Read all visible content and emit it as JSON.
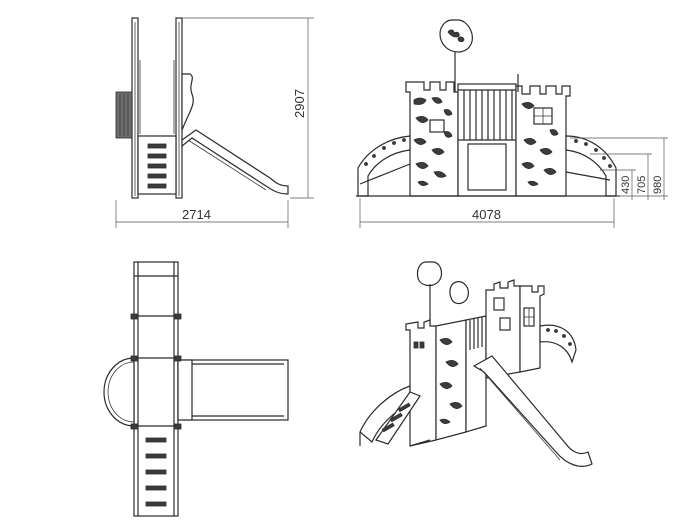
{
  "views": {
    "side": {
      "width_label": "2714",
      "height_label": "2907"
    },
    "front": {
      "width_label": "4078",
      "height_labels": [
        "430",
        "705",
        "980"
      ]
    },
    "top": {},
    "iso": {}
  },
  "colors": {
    "line": "#2b2b2b",
    "fill_dark": "#3c3c3c",
    "background": "#ffffff"
  }
}
